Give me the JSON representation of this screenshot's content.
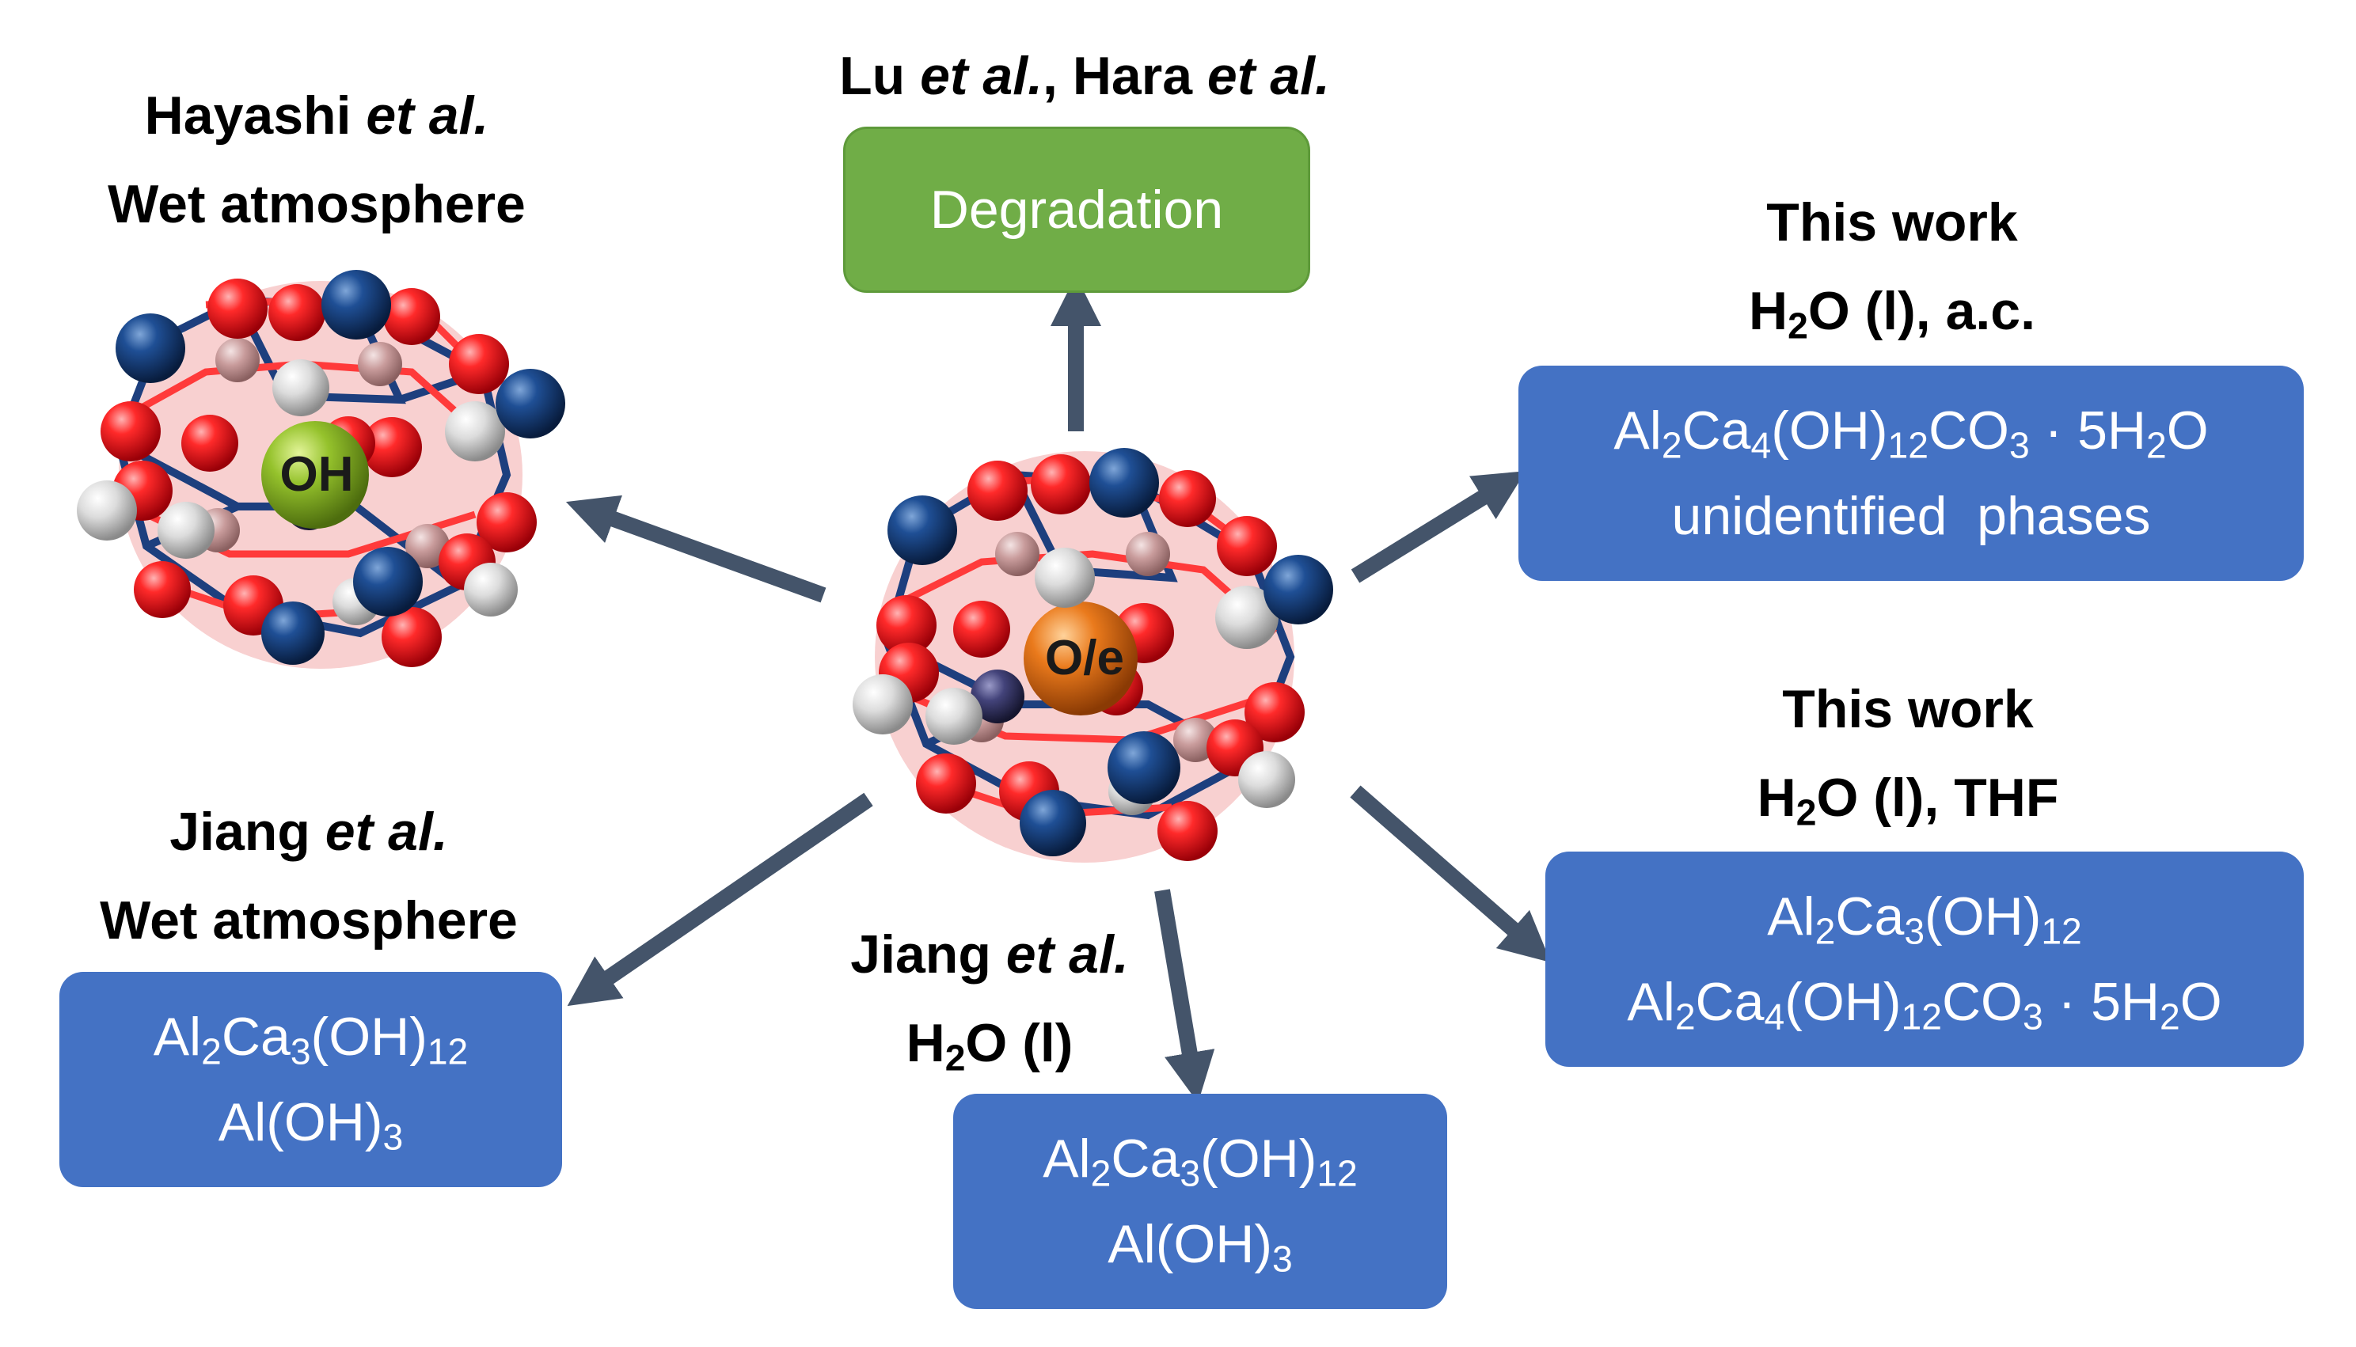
{
  "colors": {
    "arrow": "#44546a",
    "box_blue": "#4472c4",
    "box_green": "#70ad47",
    "oxygen_atom": "#e3101e",
    "calcium_atom": "#0f3d7a",
    "aluminum_atom": "#3a3a66",
    "hydrogen_atom": "#d4d4d4",
    "oh_center": "#8fbf2a",
    "oe_center": "#e4721a",
    "cage_fill": "#f1a4a4"
  },
  "top_label": {
    "line1": [
      "Lu ",
      "et al.",
      ", Hara ",
      "et al."
    ]
  },
  "degradation_box": {
    "text": "Degradation"
  },
  "hayashi_label": {
    "line1": [
      "Hayashi ",
      "et al."
    ],
    "line2": "Wet atmosphere"
  },
  "center_cage": {
    "label": "O/e"
  },
  "left_cage": {
    "label": "OH"
  },
  "thiswork_ac": {
    "line1": "This work",
    "line2": [
      "H",
      "2",
      "O (l), a.c."
    ]
  },
  "thiswork_ac_box": {
    "line1": [
      "Al",
      "2",
      "Ca",
      "4",
      "(OH)",
      "12",
      "CO",
      "3",
      " · 5H",
      "2",
      "O"
    ],
    "line2": "unidentified  phases"
  },
  "thiswork_thf": {
    "line1": "This work",
    "line2": [
      "H",
      "2",
      "O (l), THF"
    ]
  },
  "thiswork_thf_box": {
    "line1": [
      "Al",
      "2",
      "Ca",
      "3",
      "(OH)",
      "12"
    ],
    "line2": [
      "Al",
      "2",
      "Ca",
      "4",
      "(OH)",
      "12",
      "CO",
      "3",
      " · 5H",
      "2",
      "O"
    ]
  },
  "jiang_wet": {
    "line1": [
      "Jiang ",
      "et al."
    ],
    "line2": "Wet atmosphere"
  },
  "jiang_wet_box": {
    "line1": [
      "Al",
      "2",
      "Ca",
      "3",
      "(OH)",
      "12"
    ],
    "line2": [
      "Al(OH)",
      "3"
    ]
  },
  "jiang_water": {
    "line1": [
      "Jiang ",
      "et al."
    ],
    "line2": [
      "H",
      "2",
      "O (l)"
    ]
  },
  "jiang_water_box": {
    "line1": [
      "Al",
      "2",
      "Ca",
      "3",
      "(OH)",
      "12"
    ],
    "line2": [
      "Al(OH)",
      "3"
    ]
  }
}
